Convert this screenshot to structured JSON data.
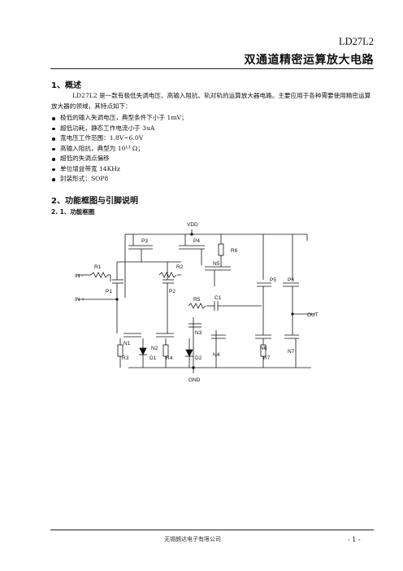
{
  "header": {
    "part_number": "LD27L2",
    "title": "双通道精密运算放大电路"
  },
  "overview": {
    "heading": "1、概述",
    "paragraph": "LD27L2 是一款有极低失调电压、高输入阻抗、轨对轨的运算放大器电路。主要应用于各种需要使用精密运算放大器的领域，其特点如下：",
    "features": [
      "极低的输入失调电压，典型条件下小于 1mV；",
      "超低功耗，静态工作电流小于 3uA",
      "宽电压工作范围：1.8V~6.0V",
      "高输入阻抗，典型为 10¹³ Ω；",
      "超低的失调点偏移",
      "单位增益带宽 14KHz",
      "封装形式：SOP8"
    ]
  },
  "function_section": {
    "heading": "2、功能框图与引脚说明",
    "subheading": "2. 1、功能框图"
  },
  "schematic": {
    "labels": {
      "vdd": "VDD",
      "gnd": "GND",
      "in_minus": "IN -",
      "in_plus": "IN +",
      "out": "OUT",
      "p1": "P1",
      "p2": "P2",
      "p3": "P3",
      "p4": "P4",
      "p5": "P5",
      "p6": "P6",
      "n1": "N1",
      "n2": "N2",
      "n3": "N3",
      "n4": "N4",
      "n5": "N5",
      "n6": "N6",
      "n7": "N7",
      "r1": "R1",
      "r2": "R2",
      "r3": "R3",
      "r4": "R4",
      "r5": "R5",
      "r6": "R6",
      "r7": "R7",
      "c1": "C1",
      "d1": "D1",
      "d2": "D2"
    }
  },
  "footer": {
    "company": "无锡朗达电子有限公司",
    "page": "- 1 -"
  }
}
